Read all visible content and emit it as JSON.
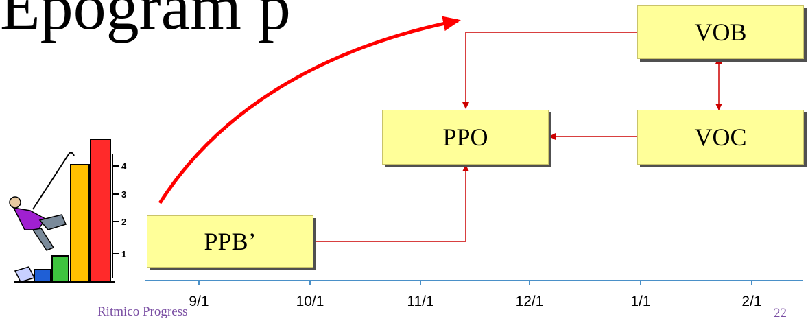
{
  "title_fragment": "Epogram p",
  "boxes": {
    "vob": "VOB",
    "ppo": "PPO",
    "voc": "VOC",
    "ppb": "PPB’"
  },
  "timeline": {
    "ticks": [
      "9/1",
      "10/1",
      "11/1",
      "12/1",
      "1/1",
      "2/1"
    ],
    "color": "#4a90c8"
  },
  "footer": {
    "label": "Ritmico Progress",
    "page_number": "22"
  },
  "colors": {
    "arrow_red": "#ff0000",
    "connector_red": "#cc0000",
    "box_fill": "#ffff99"
  },
  "icons": [
    "climber-clipart"
  ]
}
